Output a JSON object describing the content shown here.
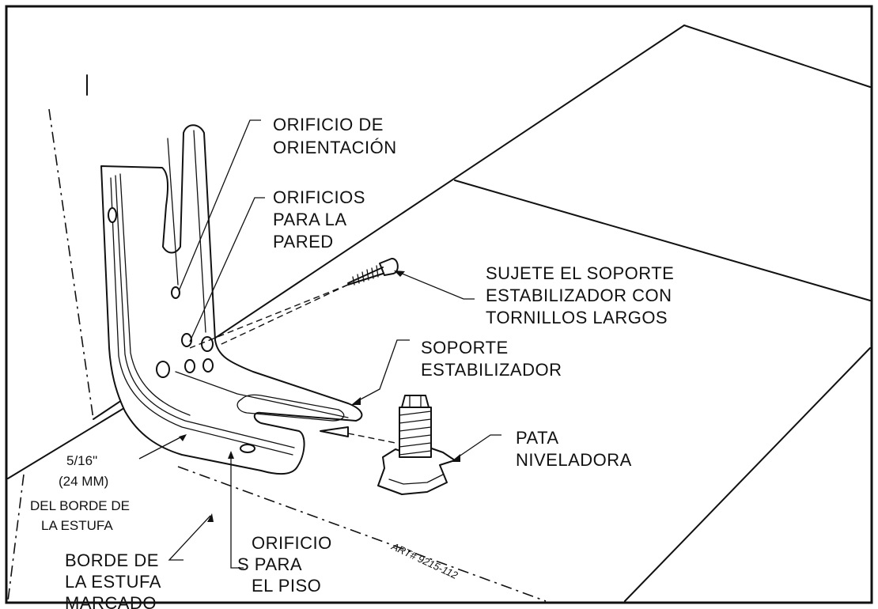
{
  "labels": {
    "orientation_hole": [
      "ORIFICIO DE",
      "ORIENTACIÓN"
    ],
    "wall_holes": [
      "ORIFICIOS",
      "PARA LA",
      "PARED"
    ],
    "attach_bracket": [
      "SUJETE EL SOPORTE",
      "ESTABILIZADOR CON",
      "TORNILLOS LARGOS"
    ],
    "stabilizer_bracket": [
      "SOPORTE",
      "ESTABILIZADOR"
    ],
    "leveling_leg": [
      "PATA",
      "NIVELADORA"
    ],
    "distance_inch": "5/16\"",
    "distance_mm": "(24 MM)",
    "from_edge": [
      "DEL BORDE DE",
      "LA ESTUFA"
    ],
    "edge_marked": [
      "BORDE DE",
      "LA ESTUFA",
      "MARCADO"
    ],
    "floor_holes": [
      "ORIFICIO",
      "S PARA",
      "EL PISO"
    ],
    "art_number": "ART# 9215-112"
  },
  "colors": {
    "ink": "#111111",
    "background": "#ffffff"
  }
}
